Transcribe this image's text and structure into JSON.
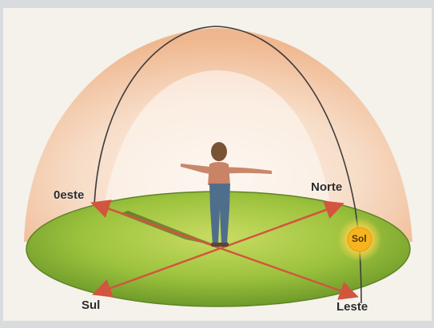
{
  "labels": {
    "west": "0este",
    "north": "Norte",
    "south": "Sul",
    "east": "Leste",
    "sun": "Sol"
  },
  "colors": {
    "background": "#d9dcdf",
    "panel": "#f4f0ea",
    "dome": "#f2b98f",
    "ground": "#8fb63a",
    "arrows": "#d2553d",
    "sun": "#f6b51e"
  }
}
